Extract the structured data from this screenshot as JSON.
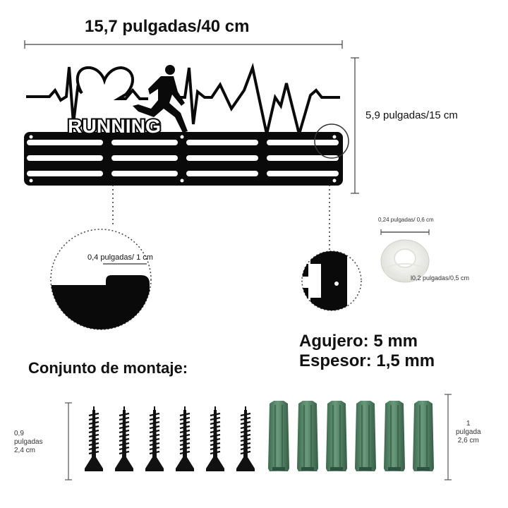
{
  "product": {
    "rack_text": "RUNNING",
    "width_label": "15,7 pulgadas/40 cm",
    "height_label": "5,9 pulgadas/15 cm",
    "colors": {
      "metal": "#0a0a0a",
      "plug": "#4a7a5c",
      "washer": "#f4f4f1"
    }
  },
  "details": {
    "tab_width_label": "0,4 pulgadas/ 1 cm",
    "washer_thickness_label": "0,24 pulgadas/ 0,6 cm",
    "washer_diameter_label": "l0,2 pulgadas/0,5 cm",
    "hole_label": "Agujero: 5 mm",
    "thickness_label": "Espesor: 1,5 mm"
  },
  "kit": {
    "title": "Conjunto de montaje:",
    "screw_size_lines": [
      "0,9",
      "pulgadas",
      "2,4 cm"
    ],
    "plug_size_lines": [
      "1",
      "pulgada",
      "2,6 cm"
    ],
    "screw_count": 6,
    "plug_count": 6
  }
}
